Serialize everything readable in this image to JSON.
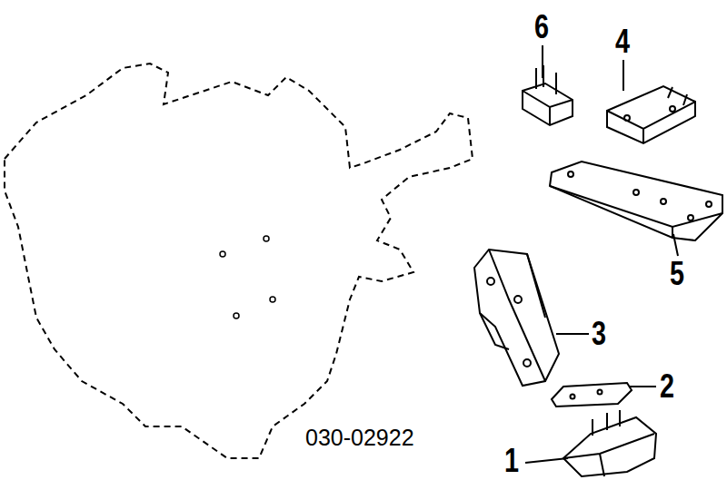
{
  "diagram": {
    "labels": [
      "6",
      "4",
      "5",
      "3",
      "2",
      "1",
      "030-02922"
    ]
  }
}
